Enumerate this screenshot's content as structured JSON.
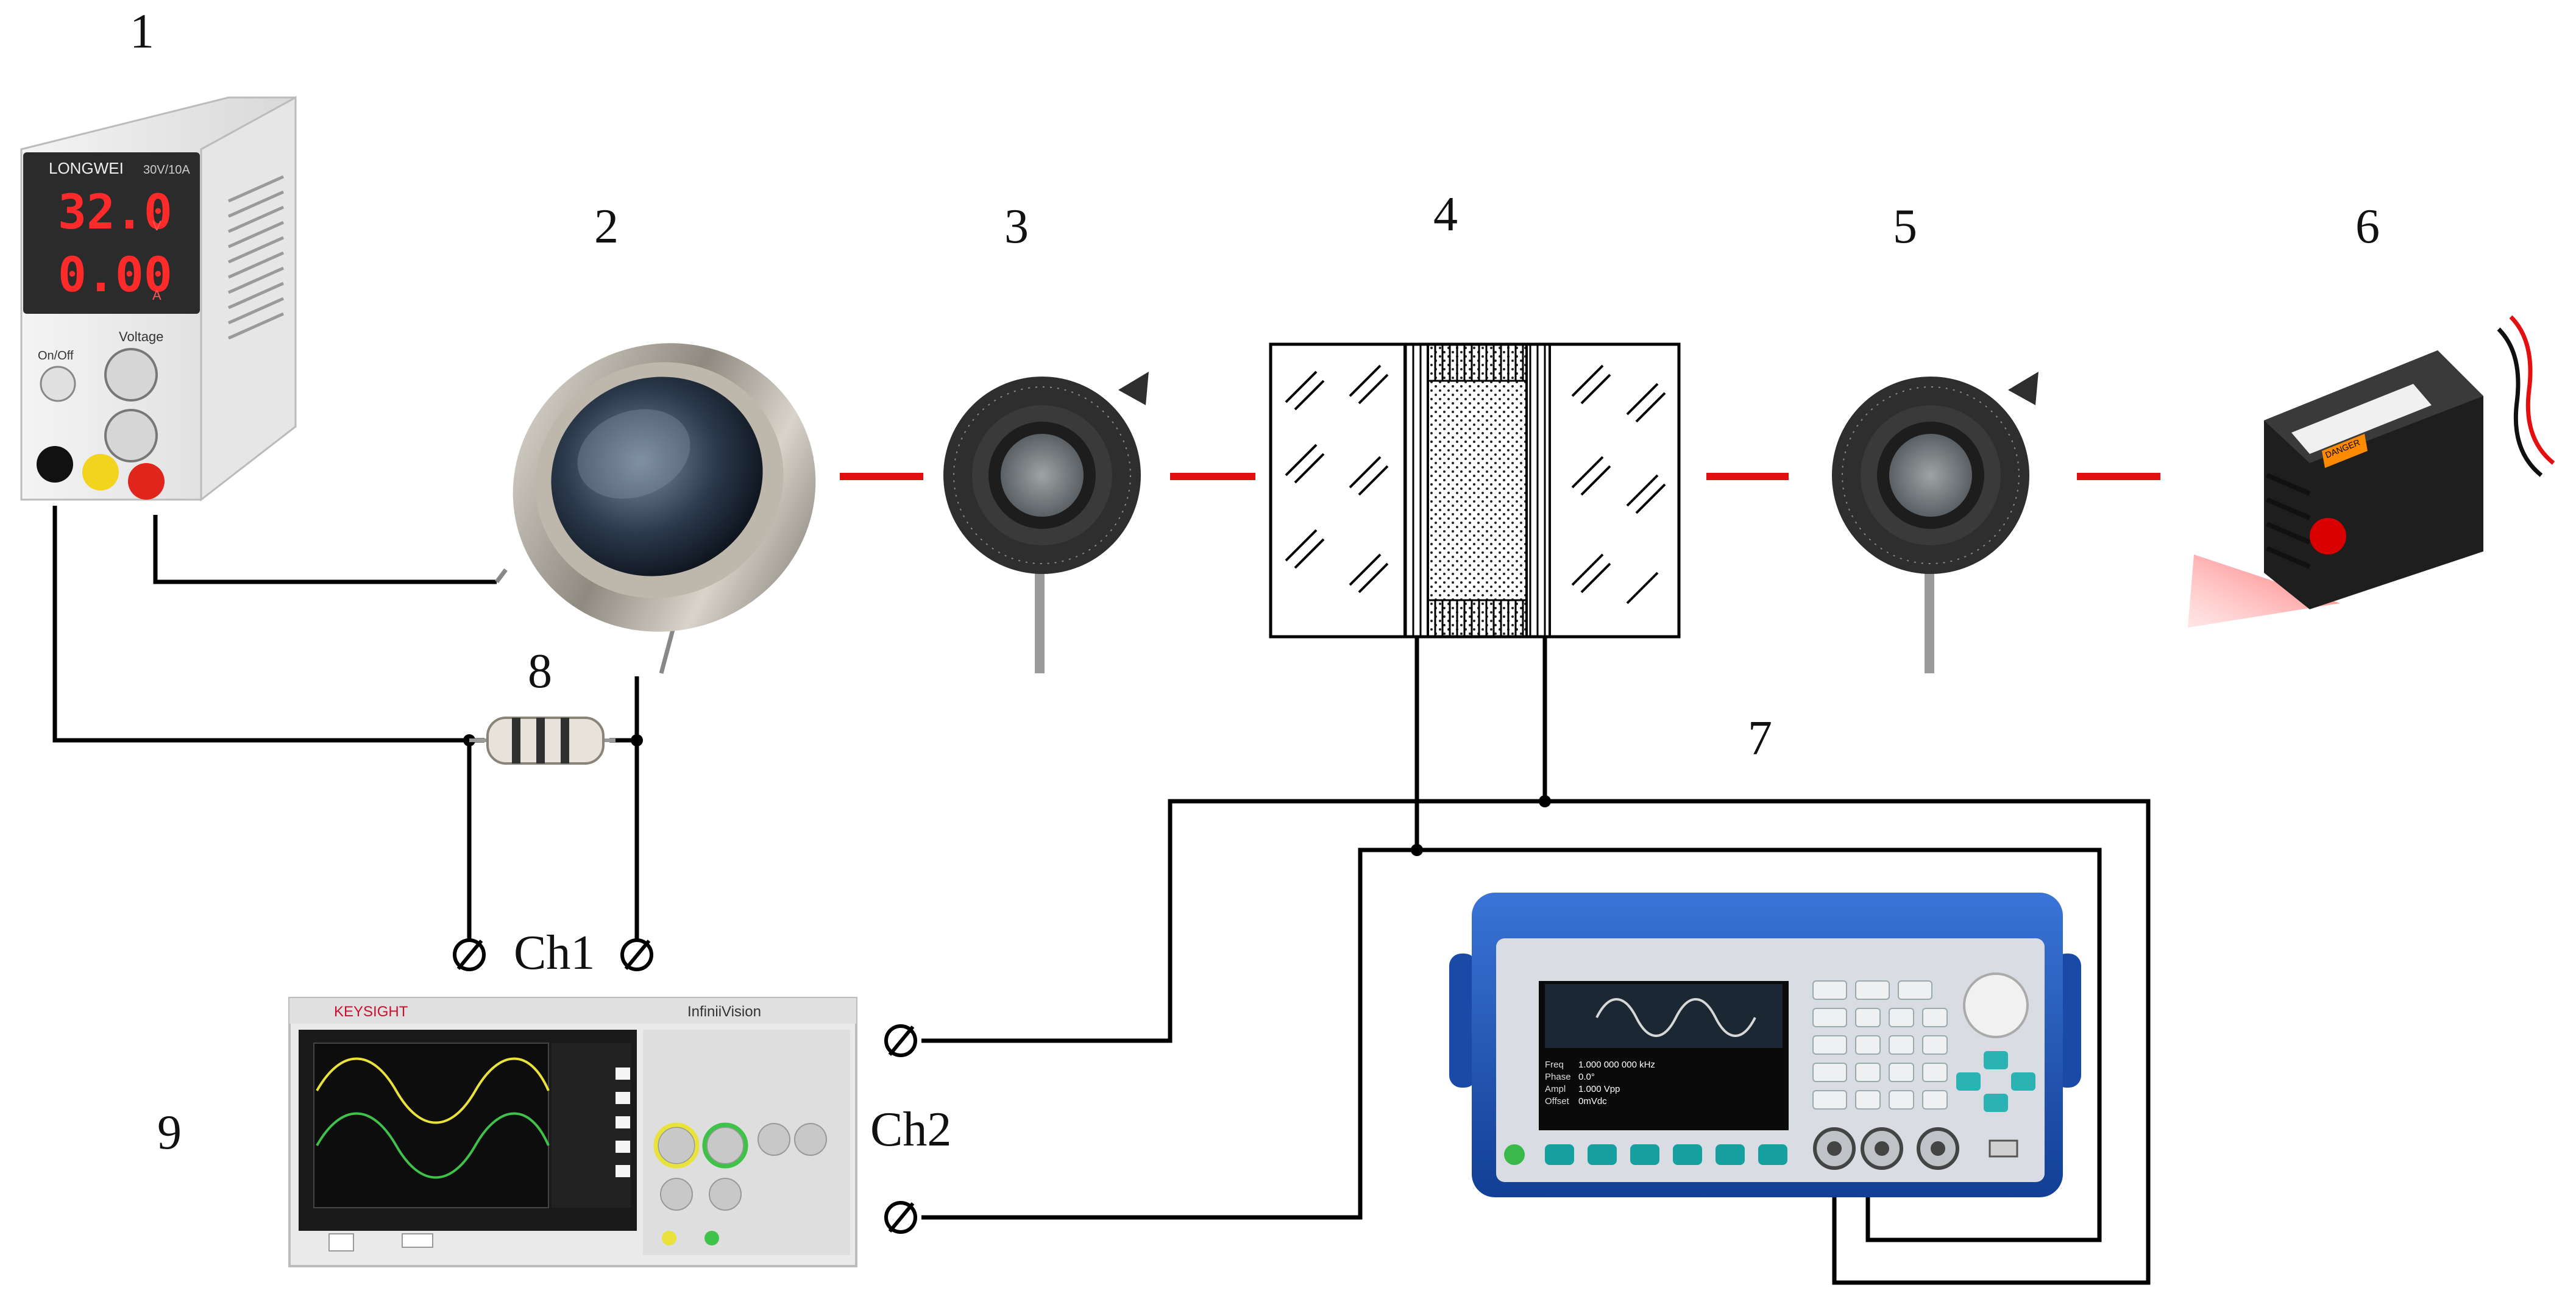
{
  "labels": {
    "n1": "1",
    "n2": "2",
    "n3": "3",
    "n4": "4",
    "n5": "5",
    "n6": "6",
    "n7": "7",
    "n8": "8",
    "n9": "9",
    "ch1": "Ch1",
    "ch2": "Ch2"
  },
  "power_supply": {
    "brand": "LONGWEI",
    "rating": "30V/10A",
    "voltage_display": "32.0",
    "voltage_unit": "V",
    "current_display": "0.00",
    "current_unit": "A",
    "onoff_label": "On/Off",
    "voltage_knob_label": "Voltage"
  },
  "oscilloscope": {
    "brand": "KEYSIGHT",
    "series": "InfiniiVision"
  },
  "generator": {
    "freq_label": "Freq",
    "freq_value": "1.000 000 000 kHz",
    "phase_label": "Phase",
    "phase_value": "0.0°",
    "ampl_label": "Ampl",
    "ampl_value": "1.000 Vpp",
    "offset_label": "Offset",
    "offset_value": "0mVdc"
  },
  "laser": {
    "sticker": "DANGER"
  },
  "colors": {
    "beam": "#e01010",
    "wire": "#000000",
    "generator_body": "#1f56b8",
    "scope_trace1": "#e8e23a",
    "scope_trace2": "#3ec24a"
  }
}
